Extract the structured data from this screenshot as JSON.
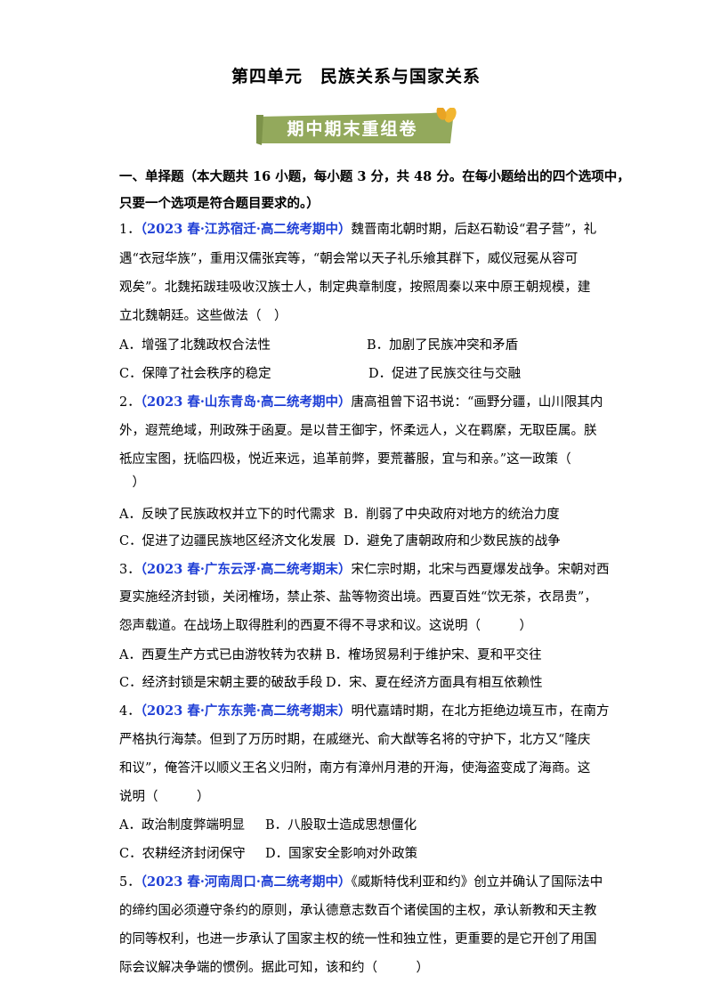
{
  "title": "第四单元　民族关系与国家关系",
  "banner": "期中期末重组卷",
  "section": {
    "line1": "一、单择题（本大题共 16 小题，每小题 3 分，共 48 分。在每小题给出的四个选项中，",
    "line2": "只要一个选项是符合题目要求的。）"
  },
  "questions": [
    {
      "num": "1．",
      "source": "（2023 春·江苏宿迁·高二统考期中）",
      "lines": [
        "魏晋南北朝时期，后赵石勒设“君子营”，礼",
        "遇“衣冠华族”，重用汉儒张宾等，“朝会常以天子礼乐飨其群下，威仪冠冕从容可",
        "观矣”。北魏拓跋珪吸收汉族士人，制定典章制度，按照周秦以来中原王朝规模，建",
        "立北魏朝廷。这些做法（　）"
      ],
      "options": [
        "A．增强了北魏政权合法性",
        "B．加剧了民族冲突和矛盾",
        "C．保障了社会秩序的稳定",
        "D．促进了民族交往与交融"
      ]
    },
    {
      "num": "2．",
      "source": "（2023 春·山东青岛·高二统考期中）",
      "lines": [
        "唐高祖曾下诏书说：“画野分疆，山川限其内",
        "外，遐荒绝域，刑政殊于函夏。是以昔王御宇，怀柔远人，义在羁縻，无取臣属。朕",
        "祗应宝图，抚临四极，悦近来远，追革前弊，要荒蕃服，宜与和亲。”这一政策（",
        "　）"
      ],
      "options": [
        "A．反映了民族政权并立下的时代需求",
        "B．削弱了中央政府对地方的统治力度",
        "C．促进了边疆民族地区经济文化发展",
        "D．避免了唐朝政府和少数民族的战争"
      ]
    },
    {
      "num": "3．",
      "source": "（2023 春·广东云浮·高二统考期末）",
      "lines": [
        "宋仁宗时期，北宋与西夏爆发战争。宋朝对西",
        "夏实施经济封锁，关闭榷场，禁止茶、盐等物资出境。西夏百姓“饮无茶，衣昂贵”，",
        "怨声载道。在战场上取得胜利的西夏不得不寻求和议。这说明（　　　）"
      ],
      "options": [
        "A．西夏生产方式已由游牧转为农耕",
        "B．榷场贸易利于维护宋、夏和平交往",
        "C．经济封锁是宋朝主要的破敌手段",
        "D．宋、夏在经济方面具有相互依赖性"
      ]
    },
    {
      "num": "4．",
      "source": "（2023 春·广东东莞·高二统考期末）",
      "lines": [
        "明代嘉靖时期，在北方拒绝边境互市，在南方",
        "严格执行海禁。但到了万历时期，在戚继光、俞大猷等名将的守护下，北方又“隆庆",
        "和议”，俺答汗以顺义王名义归附，南方有漳州月港的开海，使海盗变成了海商。这",
        "说明（　　　）"
      ],
      "options": [
        "A．政治制度弊端明显",
        "B．八股取士造成思想僵化",
        "C．农耕经济封闭保守",
        "D．国家安全影响对外政策"
      ]
    },
    {
      "num": "5．",
      "source": "（2023 春·河南周口·高二统考期中）",
      "lines": [
        "《威斯特伐利亚和约》创立并确认了国际法中",
        "的缔约国必须遵守条约的原则，承认德意志数百个诸侯国的主权，承认新教和天主教",
        "的同等权利，也进一步承认了国家主权的统一性和独立性，更重要的是它开创了用国",
        "际会议解决争端的惯例。据此可知，该和约（　　　）"
      ]
    }
  ]
}
